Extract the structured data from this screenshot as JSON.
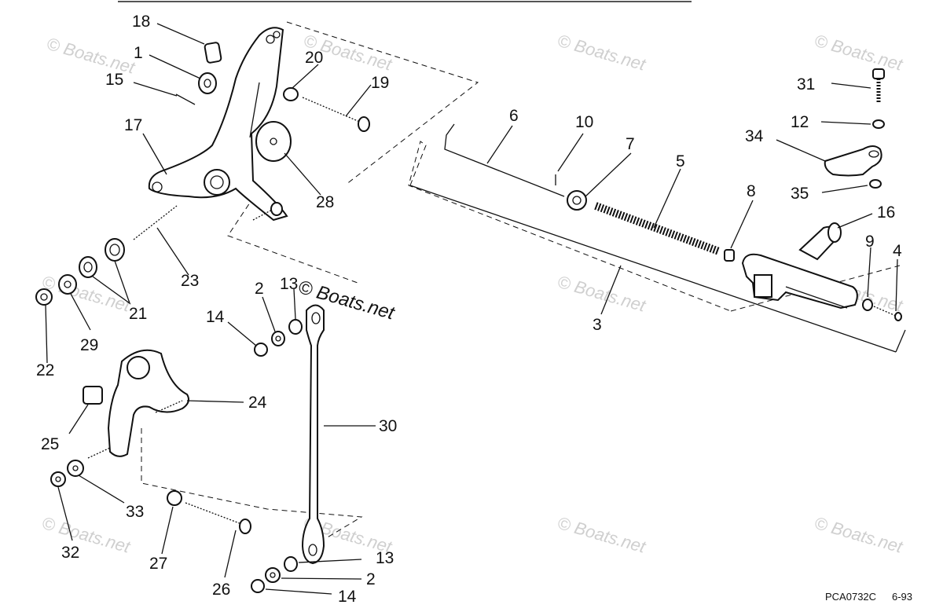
{
  "watermark": "© Boats.net",
  "drawing_code": "PCA0732C",
  "drawing_date": "6-93",
  "callouts": [
    {
      "id": "c18",
      "text": "18"
    },
    {
      "id": "c1",
      "text": "1"
    },
    {
      "id": "c15",
      "text": "15"
    },
    {
      "id": "c17",
      "text": "17"
    },
    {
      "id": "c20",
      "text": "20"
    },
    {
      "id": "c19",
      "text": "19"
    },
    {
      "id": "c28",
      "text": "28"
    },
    {
      "id": "c23",
      "text": "23"
    },
    {
      "id": "c21",
      "text": "21"
    },
    {
      "id": "c22",
      "text": "22"
    },
    {
      "id": "c29",
      "text": "29"
    },
    {
      "id": "c2a",
      "text": "2"
    },
    {
      "id": "c13a",
      "text": "13"
    },
    {
      "id": "c14a",
      "text": "14"
    },
    {
      "id": "c24",
      "text": "24"
    },
    {
      "id": "c25",
      "text": "25"
    },
    {
      "id": "c30",
      "text": "30"
    },
    {
      "id": "c33",
      "text": "33"
    },
    {
      "id": "c32",
      "text": "32"
    },
    {
      "id": "c27",
      "text": "27"
    },
    {
      "id": "c26",
      "text": "26"
    },
    {
      "id": "c13b",
      "text": "13"
    },
    {
      "id": "c2b",
      "text": "2"
    },
    {
      "id": "c14b",
      "text": "14"
    },
    {
      "id": "c6",
      "text": "6"
    },
    {
      "id": "c10",
      "text": "10"
    },
    {
      "id": "c7",
      "text": "7"
    },
    {
      "id": "c5",
      "text": "5"
    },
    {
      "id": "c8",
      "text": "8"
    },
    {
      "id": "c3",
      "text": "3"
    },
    {
      "id": "c16",
      "text": "16"
    },
    {
      "id": "c9",
      "text": "9"
    },
    {
      "id": "c4",
      "text": "4"
    },
    {
      "id": "c31",
      "text": "31"
    },
    {
      "id": "c12",
      "text": "12"
    },
    {
      "id": "c34",
      "text": "34"
    },
    {
      "id": "c35",
      "text": "35"
    }
  ]
}
